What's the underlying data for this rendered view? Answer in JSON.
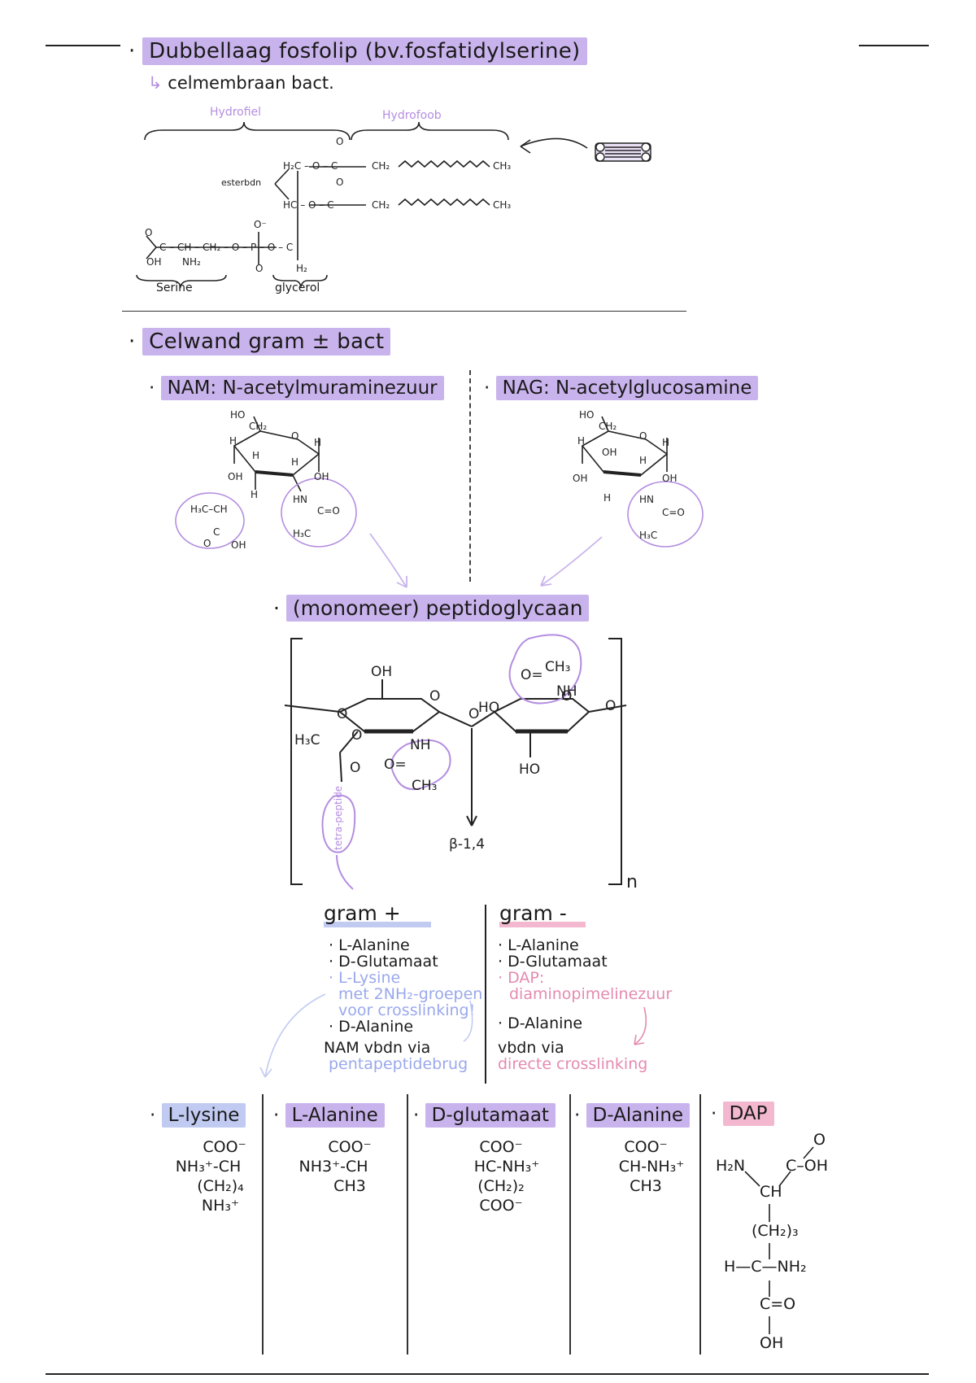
{
  "section1": {
    "heading": "Dubbellaag fosfolip (bv.fosfatidylserine)",
    "subnote": "celmembraan bact.",
    "hydrophilic_label": "Hydrofiel",
    "hydrophobic_label": "Hydrofoob",
    "ester_label": "esterbdn",
    "serine_label": "Serine",
    "glycerol_label": "glycerol"
  },
  "section2": {
    "heading": "Celwand gram ± bact",
    "nam": {
      "title": "NAM: N-acetylmuraminezuur"
    },
    "nag": {
      "title": "NAG: N-acetylglucosamine"
    },
    "monomer": {
      "title": "(monomeer) peptidoglycaan",
      "bond_label": "β-1,4",
      "tetrapeptide_label": "tetra-peptide",
      "repeat_label": "n"
    }
  },
  "gram_positive": {
    "title": "gram +",
    "items": [
      "· L-Alanine",
      "· D-Glutamaat",
      "· L-Lysine",
      "· D-Alanine"
    ],
    "lysine_note_1": "met 2NH₂-groepen",
    "lysine_note_2": "voor crosslinking!",
    "link_text": "NAM vbdn via",
    "link_type": "pentapeptidebrug"
  },
  "gram_negative": {
    "title": "gram -",
    "items": [
      "· L-Alanine",
      "· D-Glutamaat",
      "· DAP:",
      "· D-Alanine"
    ],
    "dap_note": "diaminopimelinezuur",
    "link_text": "vbdn via",
    "link_type": "directe crosslinking"
  },
  "amino_acids": [
    {
      "name": "L-lysine",
      "style": "blue",
      "formula": [
        "COO⁻",
        "NH₃⁺-CH",
        "(CH₂)₄",
        "NH₃⁺"
      ]
    },
    {
      "name": "L-Alanine",
      "style": "lila",
      "formula": [
        "COO⁻",
        "NH3⁺-CH",
        "CH3"
      ]
    },
    {
      "name": "D-glutamaat",
      "style": "lila",
      "formula": [
        "COO⁻",
        "HC-NH₃⁺",
        "(CH₂)₂",
        "COO⁻"
      ]
    },
    {
      "name": "D-Alanine",
      "style": "lila",
      "formula": [
        "COO⁻",
        "CH-NH₃⁺",
        "CH3"
      ]
    },
    {
      "name": "DAP",
      "style": "pink",
      "formula": [
        "H₂N",
        "C–OH",
        "O",
        "CH",
        "(CH₂)₃",
        "H—C—NH₂",
        "C=O",
        "OH"
      ]
    }
  ],
  "colors": {
    "lila": "#c9b3ec",
    "pink": "#f3b8cf",
    "blue": "#c1cbf2",
    "ink": "#1a1a1a"
  }
}
